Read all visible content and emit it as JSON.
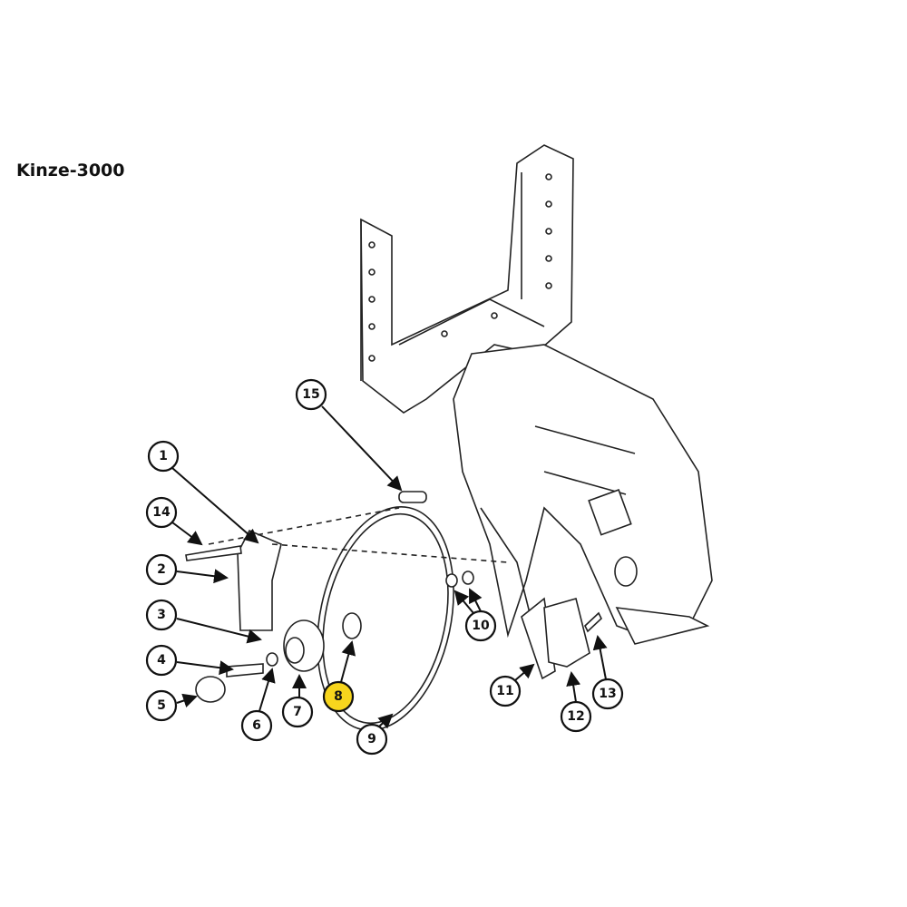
{
  "title": "Kinze-3000",
  "highlight_color": "#f7d51d",
  "callouts": [
    {
      "label": "1"
    },
    {
      "label": "2"
    },
    {
      "label": "3"
    },
    {
      "label": "4"
    },
    {
      "label": "5"
    },
    {
      "label": "6"
    },
    {
      "label": "7"
    },
    {
      "label": "8",
      "highlighted": true
    },
    {
      "label": "9"
    },
    {
      "label": "10"
    },
    {
      "label": "11"
    },
    {
      "label": "12"
    },
    {
      "label": "13"
    },
    {
      "label": "14"
    },
    {
      "label": "15"
    }
  ]
}
